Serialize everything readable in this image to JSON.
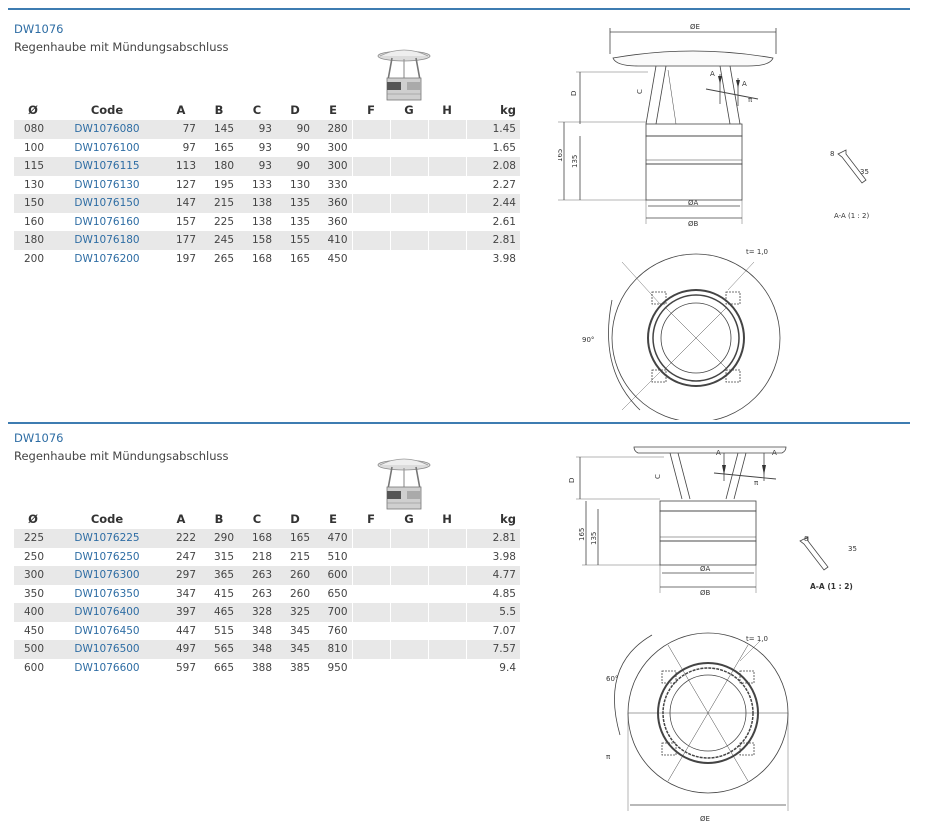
{
  "sections": [
    {
      "code": "DW1076",
      "title": "Regenhaube mit Mündungsabschluss",
      "columns": [
        "Ø",
        "Code",
        "A",
        "B",
        "C",
        "D",
        "E",
        "F",
        "G",
        "H",
        "kg"
      ],
      "rows": [
        [
          "080",
          "DW1076080",
          "77",
          "145",
          "93",
          "90",
          "280",
          "",
          "",
          "",
          "1.45"
        ],
        [
          "100",
          "DW1076100",
          "97",
          "165",
          "93",
          "90",
          "300",
          "",
          "",
          "",
          "1.65"
        ],
        [
          "115",
          "DW1076115",
          "113",
          "180",
          "93",
          "90",
          "300",
          "",
          "",
          "",
          "2.08"
        ],
        [
          "130",
          "DW1076130",
          "127",
          "195",
          "133",
          "130",
          "330",
          "",
          "",
          "",
          "2.27"
        ],
        [
          "150",
          "DW1076150",
          "147",
          "215",
          "138",
          "135",
          "360",
          "",
          "",
          "",
          "2.44"
        ],
        [
          "160",
          "DW1076160",
          "157",
          "225",
          "138",
          "135",
          "360",
          "",
          "",
          "",
          "2.61"
        ],
        [
          "180",
          "DW1076180",
          "177",
          "245",
          "158",
          "155",
          "410",
          "",
          "",
          "",
          "2.81"
        ],
        [
          "200",
          "DW1076200",
          "197",
          "265",
          "168",
          "165",
          "450",
          "",
          "",
          "",
          "3.98"
        ]
      ],
      "drawing": {
        "label_E": "ØE",
        "label_D": "D",
        "label_C": "C",
        "label_A": "A",
        "label_pi": "π",
        "label_165": "165",
        "label_135": "135",
        "label_dA": "ØA",
        "label_dB": "ØB",
        "label_8": "8",
        "label_35": "35",
        "label_section": "A-A (1 : 2)",
        "label_t": "t= 1,0",
        "label_angle": "90°"
      }
    },
    {
      "code": "DW1076",
      "title": "Regenhaube mit Mündungsabschluss",
      "columns": [
        "Ø",
        "Code",
        "A",
        "B",
        "C",
        "D",
        "E",
        "F",
        "G",
        "H",
        "kg"
      ],
      "rows": [
        [
          "225",
          "DW1076225",
          "222",
          "290",
          "168",
          "165",
          "470",
          "",
          "",
          "",
          "2.81"
        ],
        [
          "250",
          "DW1076250",
          "247",
          "315",
          "218",
          "215",
          "510",
          "",
          "",
          "",
          "3.98"
        ],
        [
          "300",
          "DW1076300",
          "297",
          "365",
          "263",
          "260",
          "600",
          "",
          "",
          "",
          "4.77"
        ],
        [
          "350",
          "DW1076350",
          "347",
          "415",
          "263",
          "260",
          "650",
          "",
          "",
          "",
          "4.85"
        ],
        [
          "400",
          "DW1076400",
          "397",
          "465",
          "328",
          "325",
          "700",
          "",
          "",
          "",
          "5.5"
        ],
        [
          "450",
          "DW1076450",
          "447",
          "515",
          "348",
          "345",
          "760",
          "",
          "",
          "",
          "7.07"
        ],
        [
          "500",
          "DW1076500",
          "497",
          "565",
          "348",
          "345",
          "810",
          "",
          "",
          "",
          "7.57"
        ],
        [
          "600",
          "DW1076600",
          "597",
          "665",
          "388",
          "385",
          "950",
          "",
          "",
          "",
          "9.4"
        ]
      ],
      "drawing": {
        "label_E": "ØE",
        "label_D": "D",
        "label_C": "C",
        "label_A": "A",
        "label_pi": "π",
        "label_165": "165",
        "label_135": "135",
        "label_dA": "ØA",
        "label_dB": "ØB",
        "label_8": "8",
        "label_35": "35",
        "label_section": "A-A (1 : 2)",
        "label_t": "t= 1,0",
        "label_angle": "60°"
      }
    }
  ],
  "colors": {
    "accent": "#3e7cb1",
    "code_link": "#2e6da4",
    "row_shade": "#e8e8e8"
  },
  "icons": [
    "rain-cap-product-image"
  ]
}
